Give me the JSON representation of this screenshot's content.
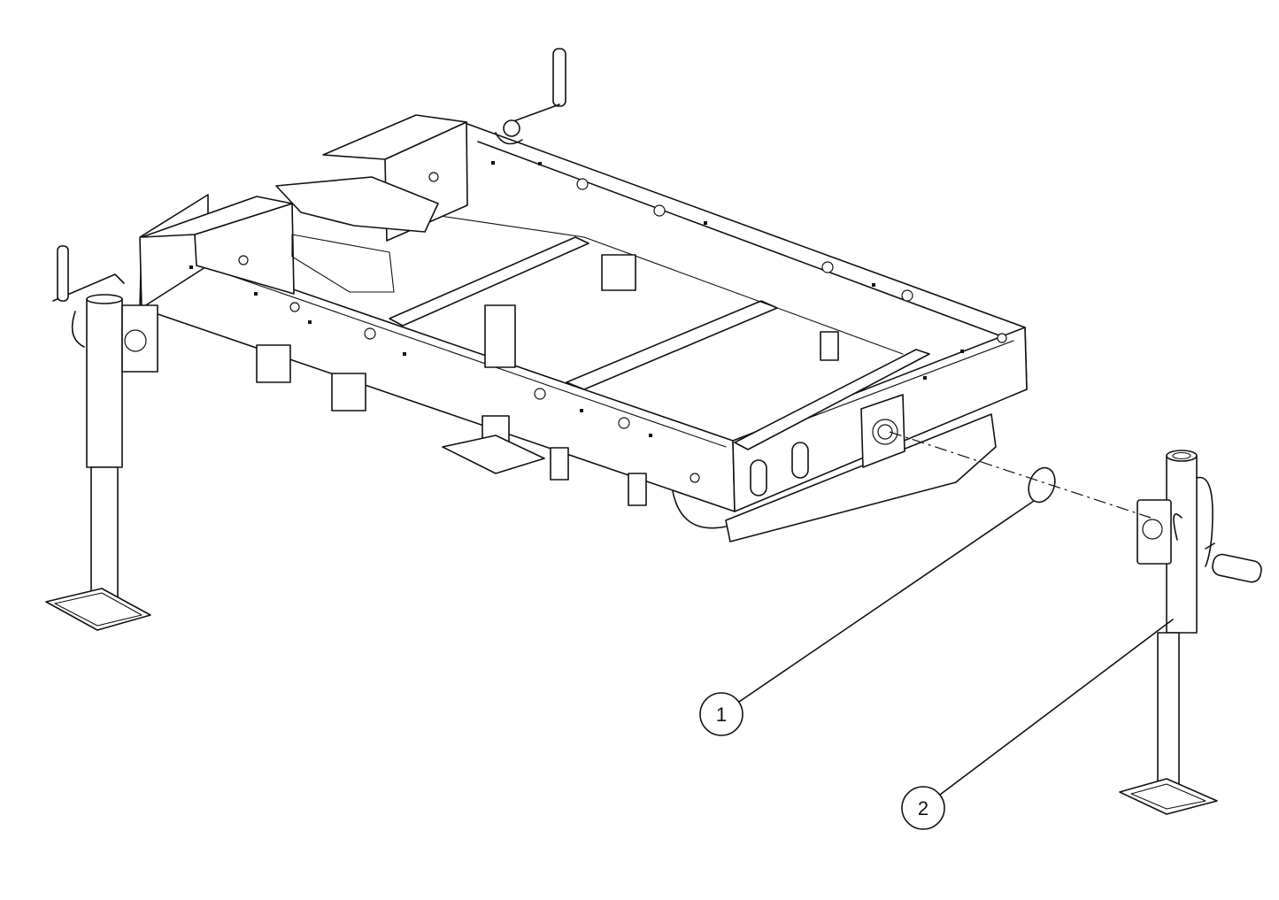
{
  "diagram": {
    "callouts": [
      {
        "id": "callout-1",
        "label": "1"
      },
      {
        "id": "callout-2",
        "label": "2"
      }
    ]
  },
  "colors": {
    "line": "#111111",
    "background": "#ffffff"
  }
}
